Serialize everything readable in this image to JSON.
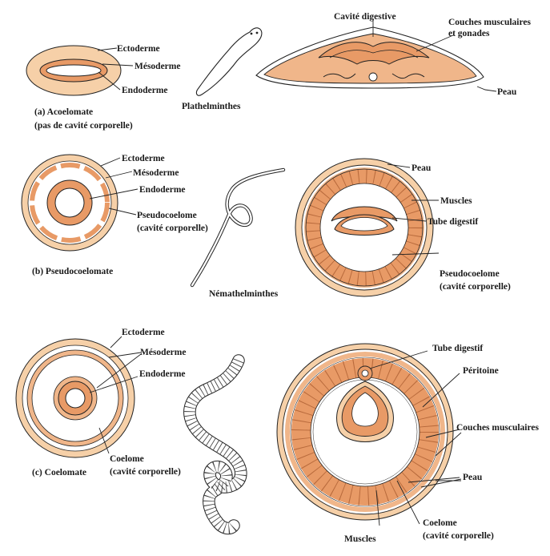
{
  "colors": {
    "outer": "#f6d0a8",
    "mid": "#e89a66",
    "inner": "#f0b68a",
    "line": "#222222",
    "paper": "#ffffff"
  },
  "row_a": {
    "labels": {
      "ectoderm": "Ectoderme",
      "mesoderm": "Mésoderme",
      "endoderm": "Endoderme",
      "caption_line1": "(a) Acoelomate",
      "caption_line2": "(pas de cavité corporelle)",
      "organism": "Plathelminthes",
      "digestive": "Cavité digestive",
      "muscles_line1": "Couches musculaires",
      "muscles_line2": "et gonades",
      "skin": "Peau"
    }
  },
  "row_b": {
    "labels": {
      "ectoderm": "Ectoderme",
      "mesoderm": "Mésoderme",
      "endoderm": "Endoderme",
      "cavity_line1": "Pseudocoelome",
      "cavity_line2": "(cavité corporelle)",
      "caption": "(b) Pseudocoelomate",
      "organism": "Némathelminthes",
      "skin": "Peau",
      "muscles": "Muscles",
      "gut": "Tube digestif",
      "cavity2_line1": "Pseudocoelome",
      "cavity2_line2": "(cavité corporelle)"
    }
  },
  "row_c": {
    "labels": {
      "ectoderm": "Ectoderme",
      "mesoderm": "Mésoderme",
      "endoderm": "Endoderme",
      "cavity_line1": "Coelome",
      "cavity_line2": "(cavité corporelle)",
      "caption": "(c) Coelomate",
      "gut": "Tube digestif",
      "peritoneum": "Péritoine",
      "muscle_layers": "Couches musculaires",
      "skin": "Peau",
      "muscles": "Muscles",
      "cavity2_line1": "Coelome",
      "cavity2_line2": "(cavité corporelle)"
    }
  }
}
